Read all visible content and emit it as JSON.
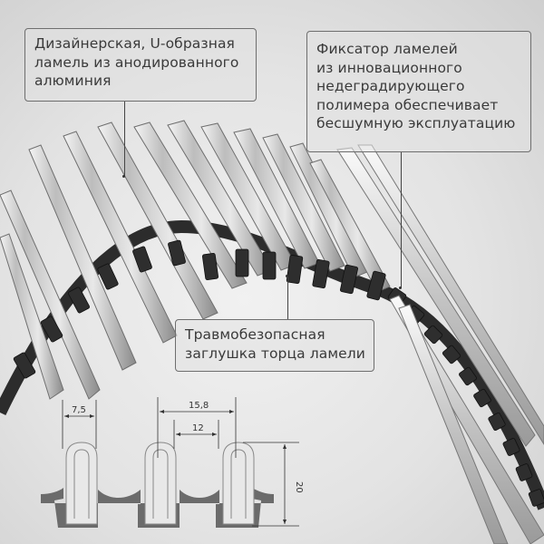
{
  "callouts": {
    "top_left": {
      "lines": [
        "Дизайнерская, U-образная",
        "ламель из анодированного",
        "алюминия"
      ]
    },
    "top_right": {
      "lines": [
        "Фиксатор ламелей",
        "из инновационного",
        "недеградирующего",
        "полимера обеспечивает",
        "бесшумную эксплуатацию"
      ]
    },
    "middle": {
      "lines": [
        "Травмобезопасная",
        "заглушка торца ламели"
      ]
    }
  },
  "dimensions": {
    "slat_width": "7,5",
    "pitch": "15,8",
    "gap": "12",
    "height": "20"
  },
  "colors": {
    "background": "#e3e3e3",
    "aluminum": "#c8c8c8",
    "polymer": "#2b2b2b",
    "profile": "#6b6b6b"
  }
}
